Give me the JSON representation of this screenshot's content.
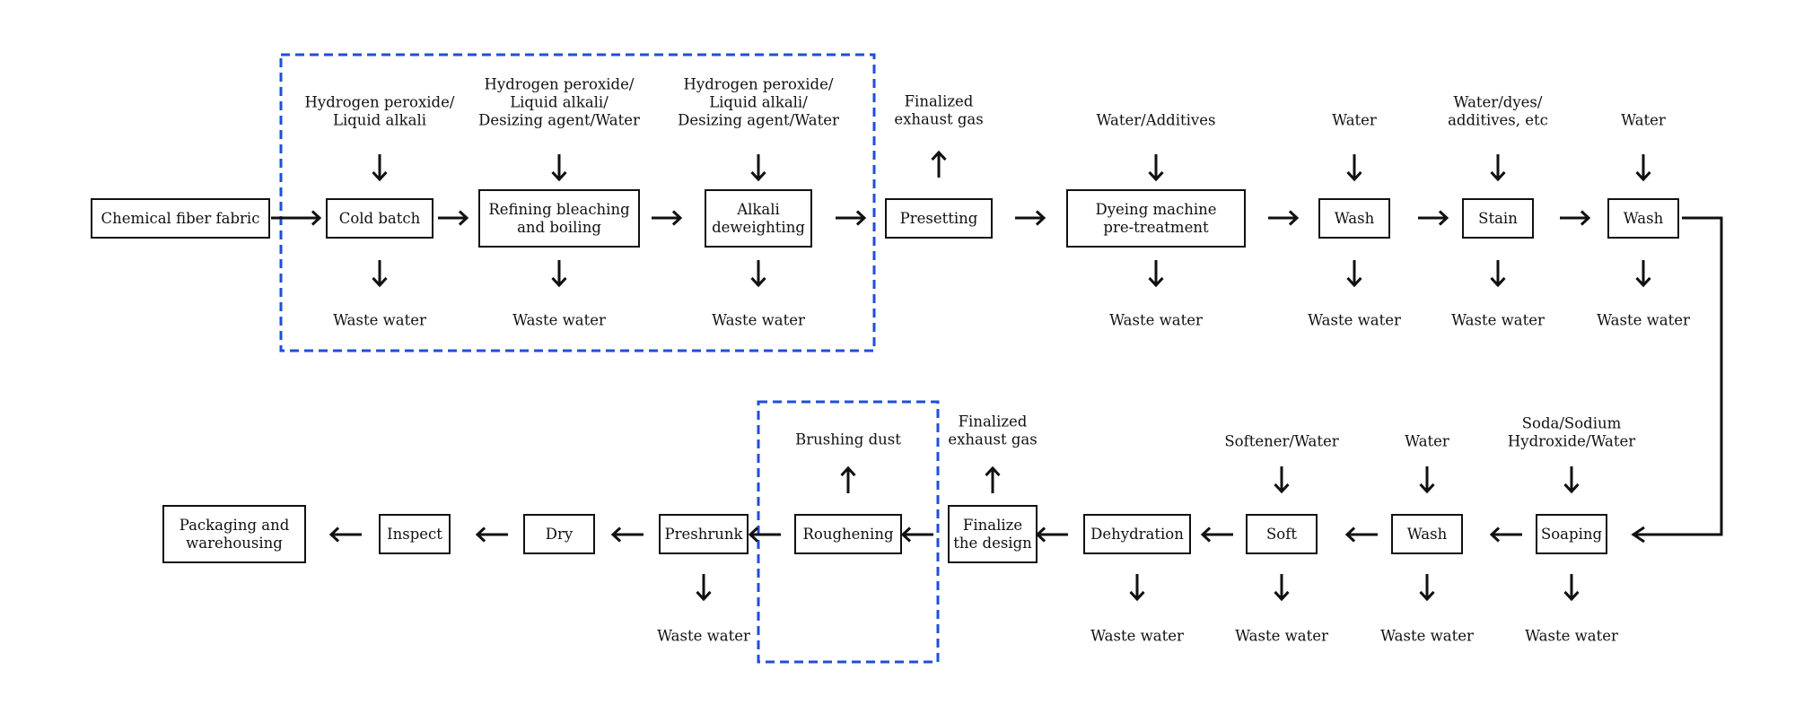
{
  "boxes": {
    "chemical_fiber_fabric": [
      "Chemical fiber fabric"
    ],
    "cold_batch": [
      "Cold batch"
    ],
    "refining": [
      "Refining bleaching",
      "and boiling"
    ],
    "alkali": [
      "Alkali",
      "deweighting"
    ],
    "presetting": [
      "Presetting"
    ],
    "dyeing": [
      "Dyeing machine",
      "pre-treatment"
    ],
    "wash1": [
      "Wash"
    ],
    "stain": [
      "Stain"
    ],
    "wash2": [
      "Wash"
    ],
    "soaping": [
      "Soaping"
    ],
    "wash3": [
      "Wash"
    ],
    "soft": [
      "Soft"
    ],
    "dehydration": [
      "Dehydration"
    ],
    "finalize": [
      "Finalize",
      "the design"
    ],
    "roughening": [
      "Roughening"
    ],
    "preshrunk": [
      "Preshrunk"
    ],
    "dry": [
      "Dry"
    ],
    "inspect": [
      "Inspect"
    ],
    "packaging": [
      "Packaging and",
      "warehousing"
    ]
  },
  "inputs": {
    "cold_batch": [
      "Hydrogen peroxide/",
      "Liquid alkali"
    ],
    "refining": [
      "Hydrogen peroxide/",
      "Liquid alkali/",
      "Desizing agent/Water"
    ],
    "alkali": [
      "Hydrogen peroxide/",
      "Liquid alkali/",
      "Desizing agent/Water"
    ],
    "dyeing": [
      "Water/Additives"
    ],
    "wash1": [
      "Water"
    ],
    "stain": [
      "Water/dyes/",
      "additives, etc"
    ],
    "wash2": [
      "Water"
    ],
    "soaping": [
      "Soda/Sodium",
      "Hydroxide/Water"
    ],
    "wash3": [
      "Water"
    ],
    "soft": [
      "Softener/Water"
    ]
  },
  "emissions": {
    "presetting": [
      "Finalized",
      "exhaust gas"
    ],
    "finalize": [
      "Finalized",
      "exhaust gas"
    ],
    "roughening": [
      "Brushing dust"
    ]
  },
  "outputs": {
    "cold_batch": [
      "Waste water"
    ],
    "refining": [
      "Waste water"
    ],
    "alkali": [
      "Waste water"
    ],
    "dyeing": [
      "Waste water"
    ],
    "wash1": [
      "Waste water"
    ],
    "stain": [
      "Waste water"
    ],
    "wash2": [
      "Waste water"
    ],
    "soaping": [
      "Waste water"
    ],
    "wash3": [
      "Waste water"
    ],
    "soft": [
      "Waste water"
    ],
    "dehydration": [
      "Waste water"
    ],
    "preshrunk": [
      "Waste water"
    ]
  },
  "colors": {
    "highlight": "#1f4fd8",
    "line": "#111111"
  }
}
